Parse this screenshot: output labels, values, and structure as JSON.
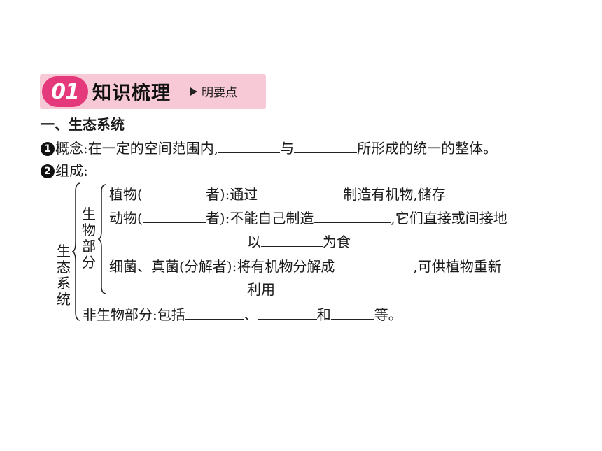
{
  "header": {
    "number": "01",
    "title": "知识梳理",
    "subtitle": "明要点"
  },
  "section": {
    "heading": "一、生态系统"
  },
  "concept": {
    "marker": "1",
    "text_a": "概念:在一定的空间范围内,",
    "text_b": "与",
    "text_c": "所形成的统一的整体。"
  },
  "composition": {
    "marker": "2",
    "label": "组成:",
    "system_label": [
      "生",
      "态",
      "系",
      "统"
    ],
    "bio_label": [
      "生",
      "物",
      "部",
      "分"
    ],
    "producer": {
      "a": "植物(",
      "b": "者):通过",
      "c": "制造有机物,储存"
    },
    "consumer": {
      "a": "动物(",
      "b": "者):不能自己制造",
      "c": ",它们直接或间接地",
      "d": "以",
      "e": "为食"
    },
    "decomposer": {
      "a": "细菌、真菌(分解者):将有机物分解成",
      "b": ",可供植物重新",
      "c": "利用"
    },
    "abiotic": {
      "a": "非生物部分:包括",
      "b": "、",
      "c": "和",
      "d": "等。"
    }
  },
  "colors": {
    "header_band": "#f7c8d5",
    "badge": "#e43a7b"
  }
}
